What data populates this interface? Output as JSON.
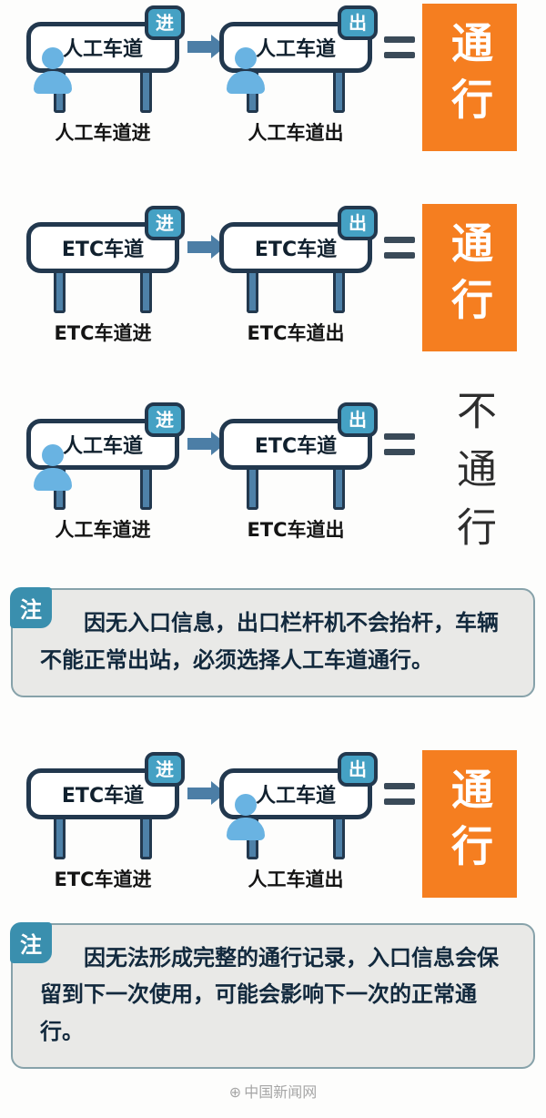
{
  "colors": {
    "accent_orange": "#f57e20",
    "badge_teal": "#45a1c4",
    "sign_navy": "#22384e",
    "leg_blue": "#4e81a8",
    "person_blue": "#69b3e2",
    "note_bg": "#e9e9e7",
    "note_tag_teal": "#3a8fae",
    "note_text_navy": "#12293d"
  },
  "rows": [
    {
      "left": {
        "sign": "人工车道",
        "badge": "进",
        "label": "人工车道进",
        "person": true
      },
      "right": {
        "sign": "人工车道",
        "badge": "出",
        "label": "人工车道出",
        "person": true
      },
      "result": {
        "text": "通行",
        "type": "pass"
      }
    },
    {
      "left": {
        "sign": "ETC车道",
        "badge": "进",
        "label": "ETC车道进",
        "person": false
      },
      "right": {
        "sign": "ETC车道",
        "badge": "出",
        "label": "ETC车道出",
        "person": false
      },
      "result": {
        "text": "通行",
        "type": "pass"
      }
    },
    {
      "left": {
        "sign": "人工车道",
        "badge": "进",
        "label": "人工车道进",
        "person": true
      },
      "right": {
        "sign": "ETC车道",
        "badge": "出",
        "label": "ETC车道出",
        "person": false
      },
      "result": {
        "text": "不通行",
        "type": "no-pass"
      }
    },
    {
      "left": {
        "sign": "ETC车道",
        "badge": "进",
        "label": "ETC车道进",
        "person": false
      },
      "right": {
        "sign": "人工车道",
        "badge": "出",
        "label": "人工车道出",
        "person": true
      },
      "result": {
        "text": "通行",
        "type": "pass"
      }
    }
  ],
  "notes": [
    {
      "tag": "注",
      "text": "因无入口信息，出口栏杆机不会抬杆，车辆不能正常出站，必须选择人工车道通行。"
    },
    {
      "tag": "注",
      "text": "因无法形成完整的通行记录，入口信息会保留到下一次使用，可能会影响下一次的正常通行。"
    }
  ],
  "watermark": {
    "icon": "⊕",
    "text": "中国新闻网"
  }
}
